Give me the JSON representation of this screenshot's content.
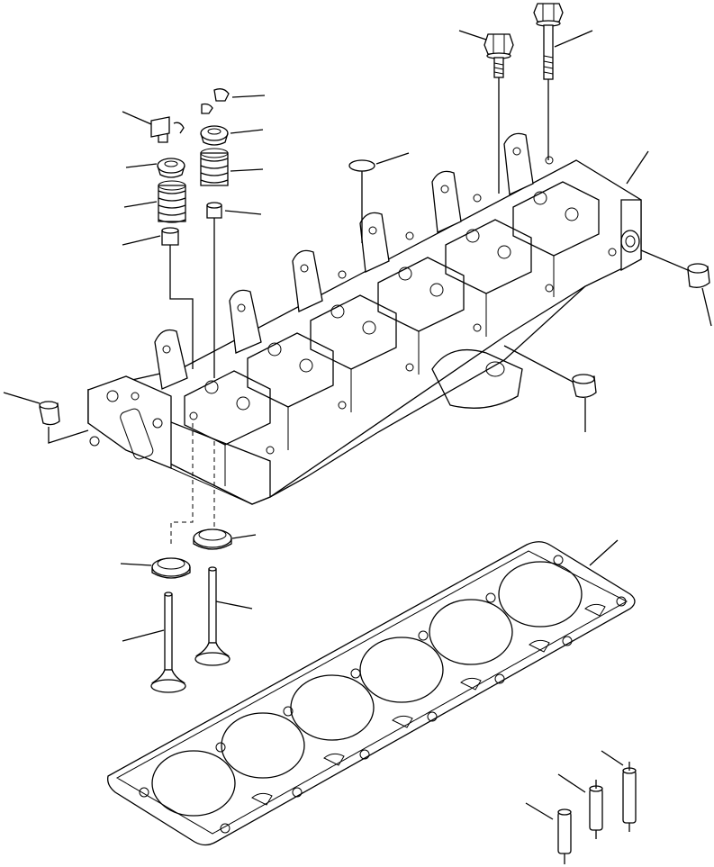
{
  "diagram": {
    "kind": "exploded-parts-view",
    "line_color": "#000000",
    "background": "#ffffff",
    "parts": [
      "cylinder-head",
      "head-gasket",
      "head-bolt-short",
      "head-bolt-long",
      "valve-keepers",
      "valve-spring-retainer",
      "valve-spring",
      "valve-stem-seal",
      "valve-seat-insert",
      "intake-valve",
      "exhaust-valve",
      "expansion-plug",
      "dowel-pin"
    ],
    "labels": []
  }
}
